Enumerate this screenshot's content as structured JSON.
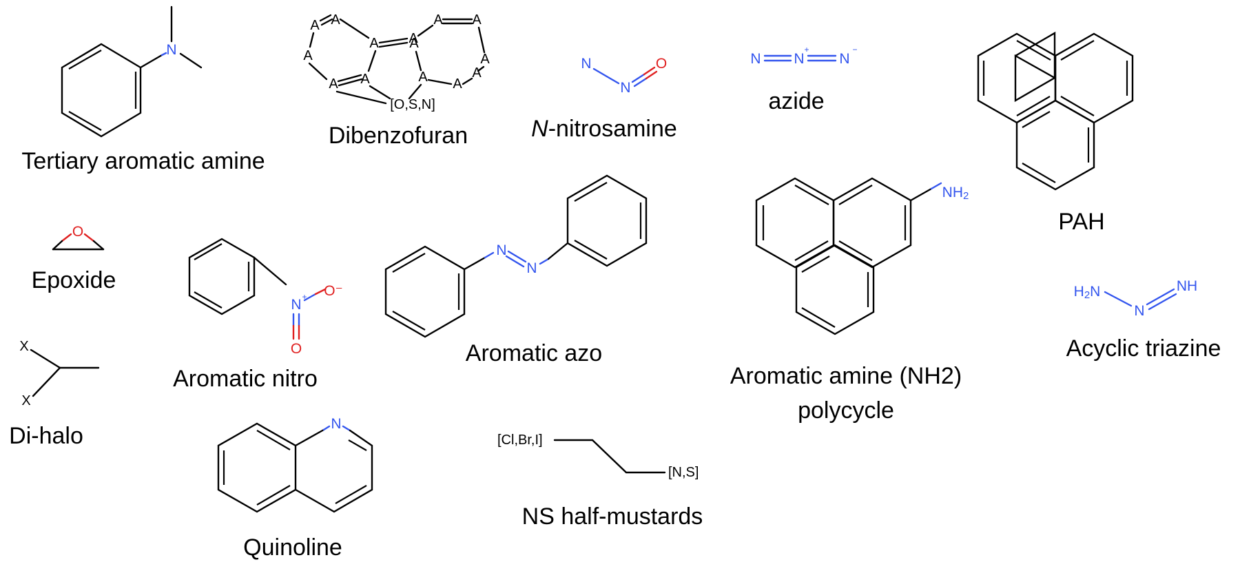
{
  "colors": {
    "nitrogen": "#3355ee",
    "oxygen": "#e02020",
    "carbon": "#000000",
    "background": "#ffffff"
  },
  "labels": {
    "tertiary_aromatic_amine": "Tertiary aromatic amine",
    "dibenzofuran": "Dibenzofuran",
    "n_nitrosamine_italic": "N",
    "n_nitrosamine_rest": "-nitrosamine",
    "azide": "azide",
    "pah": "PAH",
    "epoxide": "Epoxide",
    "aromatic_nitro": "Aromatic nitro",
    "aromatic_azo": "Aromatic azo",
    "aromatic_amine_line1": "Aromatic amine (NH2)",
    "aromatic_amine_line2": "polycycle",
    "acyclic_triazine": "Acyclic triazine",
    "di_halo": "Di-halo",
    "quinoline": "Quinoline",
    "ns_half_mustards": "NS half-mustards"
  },
  "atoms": {
    "N": "N",
    "O": "O",
    "A": "A",
    "X": "X",
    "plus": "+",
    "minus": "−",
    "O_minus": "O⁻",
    "hetero_ring": "[O,S,N]",
    "halogens": "[Cl,Br,I]",
    "ns_group": "[N,S]",
    "NH2_main": "NH",
    "sub2": "2",
    "H2_main": "H",
    "NH": "NH"
  }
}
